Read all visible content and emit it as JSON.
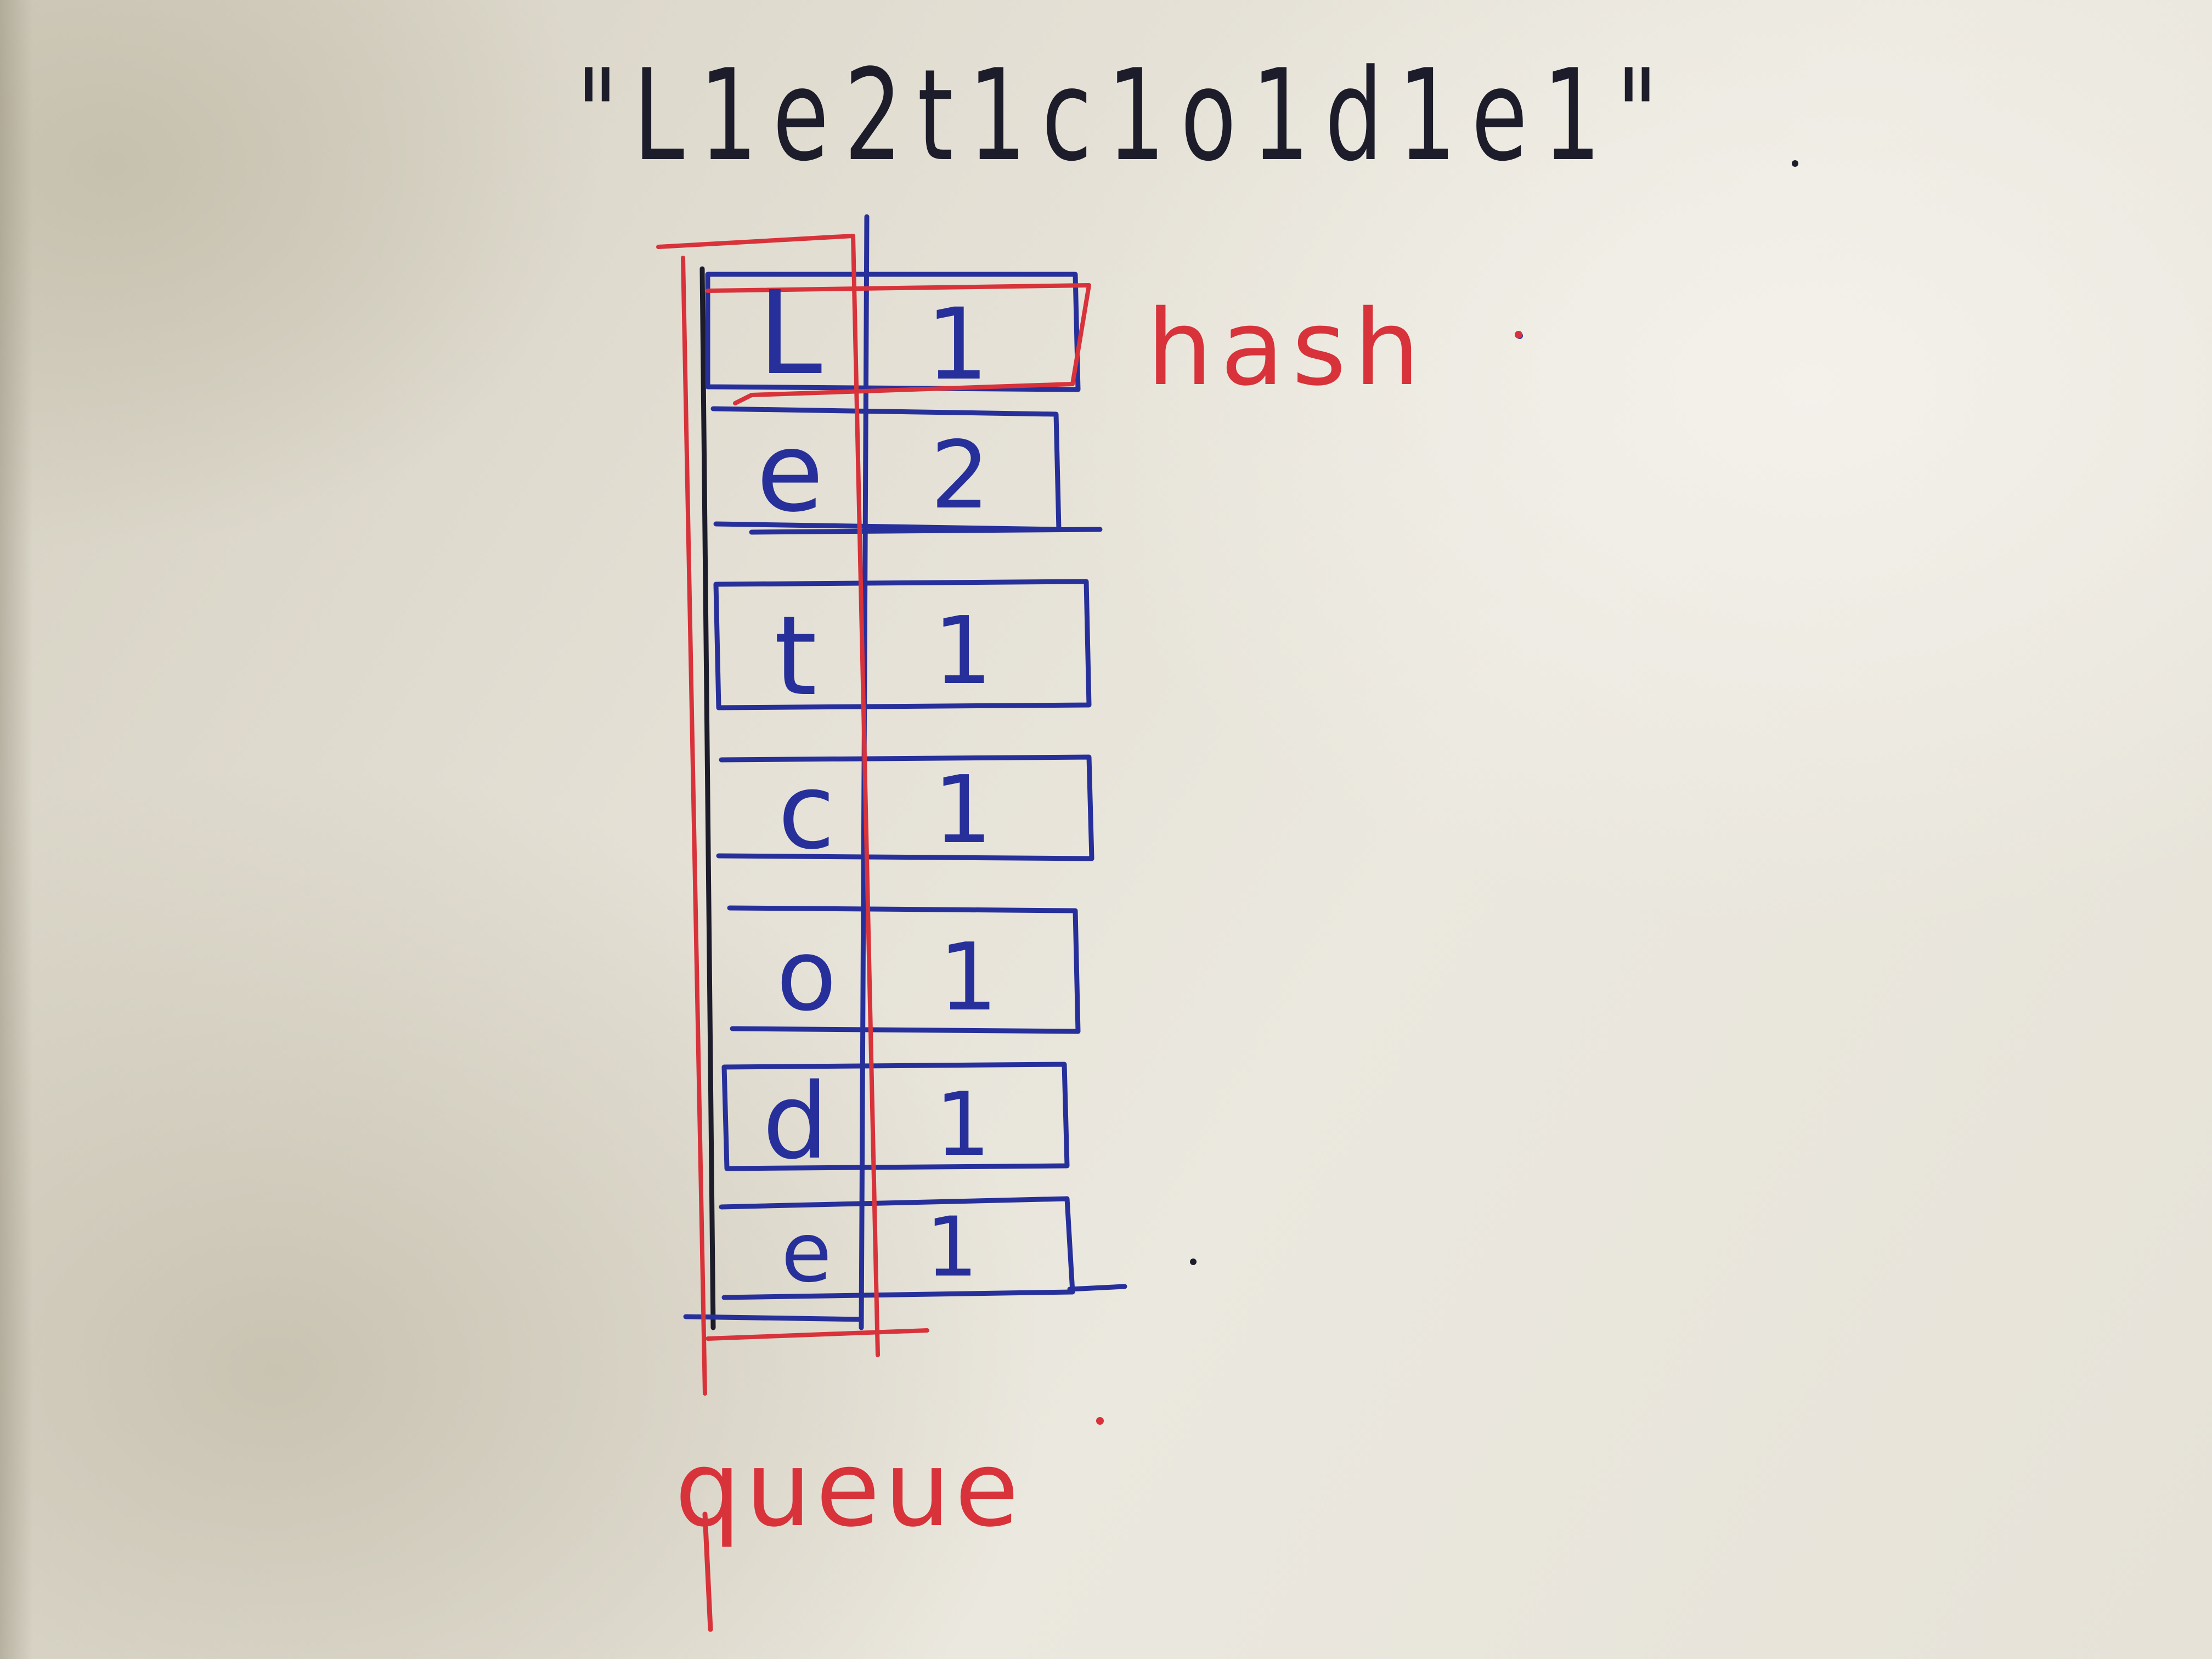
{
  "handwriting": {
    "string_label": "\"L1e2t1c1o1d1e1\"",
    "hash_label": "hash",
    "queue_label": "queue"
  },
  "table_rows": [
    {
      "char": "L",
      "count": "1"
    },
    {
      "char": "e",
      "count": "2"
    },
    {
      "char": "t",
      "count": "1"
    },
    {
      "char": "c",
      "count": "1"
    },
    {
      "char": "o",
      "count": "1"
    },
    {
      "char": "d",
      "count": "1"
    },
    {
      "char": "e",
      "count": "1"
    }
  ],
  "colors": {
    "blue_ink": "#27309a",
    "red_ink": "#d8323a",
    "black_ink": "#1c1c2a",
    "paper": "#e6e2d8"
  }
}
